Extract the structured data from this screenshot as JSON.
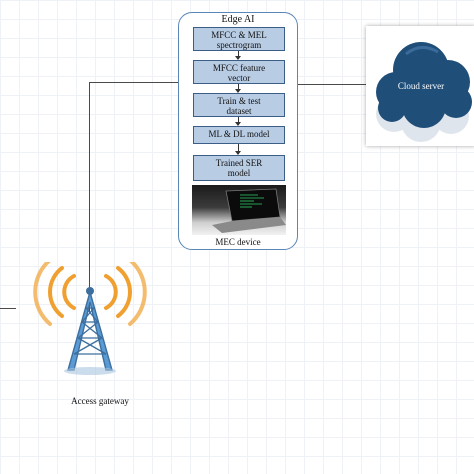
{
  "mec_device": {
    "title": "Edge AI",
    "steps": [
      {
        "line1": "MFCC & MEL",
        "line2": "spectrogram"
      },
      {
        "line1": "MFCC feature",
        "line2": "vector"
      },
      {
        "line1": "Train & test",
        "line2": "dataset"
      },
      {
        "line1": "ML & DL model",
        "line2": ""
      },
      {
        "line1": "Trained SER",
        "line2": "model"
      }
    ],
    "label": "MEC device"
  },
  "cloud": {
    "label": "Cloud server"
  },
  "gateway": {
    "label": "Access gateway"
  },
  "colors": {
    "step_fill": "#b8cce4",
    "step_border": "#3b5e88",
    "cloud": "#1f4e79",
    "signal": "#f0a030",
    "tower": "#5b9bd5"
  }
}
